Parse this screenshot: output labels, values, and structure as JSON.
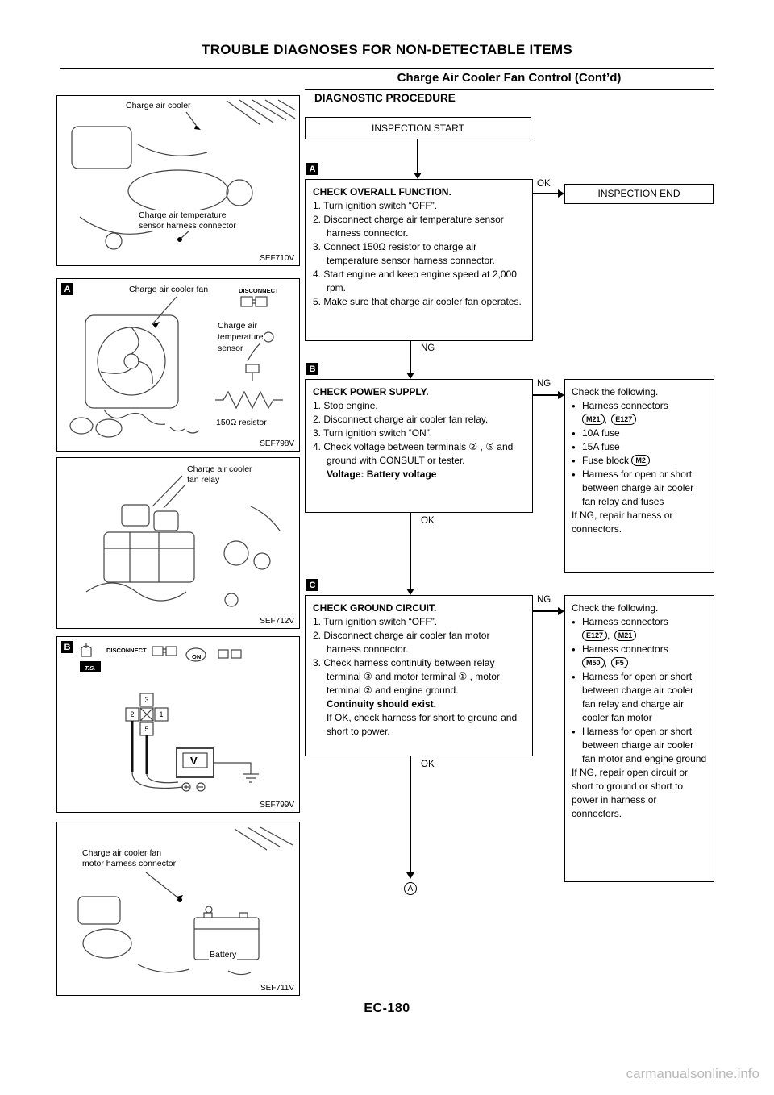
{
  "header": {
    "title": "TROUBLE DIAGNOSES FOR NON-DETECTABLE ITEMS",
    "subtitle": "Charge Air Cooler Fan Control (Cont’d)",
    "procedure": "DIAGNOSTIC PROCEDURE"
  },
  "footer": {
    "page_number": "EC-180",
    "watermark": "carmanualsonline.info"
  },
  "glyphs": {
    "comma": ",",
    "ok": "OK",
    "ng": "NG"
  },
  "figures": {
    "fig1": {
      "code": "SEF710V",
      "label_cooler": "Charge air cooler",
      "label_sensor_1": "Charge air temperature",
      "label_sensor_2": "sensor harness connector"
    },
    "fig2": {
      "marker": "A",
      "code": "SEF798V",
      "label_fan": "Charge air cooler fan",
      "label_disconnect": "DISCONNECT",
      "label_sensor_1": "Charge air",
      "label_sensor_2": "temperature",
      "label_sensor_3": "sensor",
      "label_resistor": "150Ω resistor"
    },
    "fig3": {
      "code": "SEF712V",
      "label_1": "Charge air cooler",
      "label_2": "fan relay"
    },
    "fig4": {
      "marker": "B",
      "code": "SEF799V",
      "label_disconnect": "DISCONNECT",
      "label_ts": "T.S.",
      "label_on": "ON",
      "meter": "V",
      "t3": "3",
      "t2": "2",
      "t1": "1",
      "t5": "5"
    },
    "fig5": {
      "code": "SEF711V",
      "label_1": "Charge air cooler fan",
      "label_2": "motor harness connector",
      "label_battery": "Battery"
    }
  },
  "flow": {
    "start_label": "INSPECTION START",
    "end_label": "INSPECTION END",
    "continue_marker": "A",
    "stepA": {
      "marker": "A",
      "title": "CHECK OVERALL FUNCTION.",
      "steps": [
        "1. Turn ignition switch “OFF”.",
        "2. Disconnect charge air temperature sensor harness connector.",
        "3. Connect 150Ω resistor to charge air temperature sensor harness connector.",
        "4. Start engine and keep engine speed at 2,000 rpm.",
        "5. Make sure that charge air cooler fan operates."
      ]
    },
    "stepB": {
      "marker": "B",
      "title": "CHECK POWER SUPPLY.",
      "steps": [
        "1. Stop engine.",
        "2. Disconnect charge air cooler fan relay.",
        "3. Turn ignition switch “ON”.",
        "4. Check voltage between terminals ② , ⑤ and ground with CONSULT or tester."
      ],
      "result": "Voltage: Battery voltage"
    },
    "stepC": {
      "marker": "C",
      "title": "CHECK GROUND CIRCUIT.",
      "steps": [
        "1. Turn ignition switch “OFF”.",
        "2. Disconnect charge air cooler fan motor harness connector.",
        "3. Check harness continuity between relay terminal ③ and motor terminal ① , motor terminal ② and engine ground."
      ],
      "result": "Continuity should exist.",
      "note": "If OK, check harness for short to ground and short to power."
    },
    "ng1": {
      "title": "Check the following.",
      "items": [
        {
          "text": "Harness connectors",
          "badges": [
            "M21",
            "E127"
          ]
        },
        {
          "text": "10A fuse"
        },
        {
          "text": "15A fuse"
        },
        {
          "text": "Fuse block",
          "badges": [
            "M2"
          ]
        },
        {
          "text": "Harness for open or short between charge air cooler fan relay and fuses"
        }
      ],
      "footer": "If NG, repair harness or connectors."
    },
    "ng2": {
      "title": "Check the following.",
      "items": [
        {
          "text": "Harness connectors",
          "badges": [
            "E127",
            "M21"
          ]
        },
        {
          "text": "Harness connectors",
          "badges": [
            "M50",
            "F5"
          ]
        },
        {
          "text": "Harness for open or short between charge air cooler fan relay and charge air cooler fan motor"
        },
        {
          "text": "Harness for open or short between charge air cooler fan motor and engine ground"
        }
      ],
      "footer": "If NG, repair open circuit or short to ground or short to power in harness or connectors."
    }
  }
}
